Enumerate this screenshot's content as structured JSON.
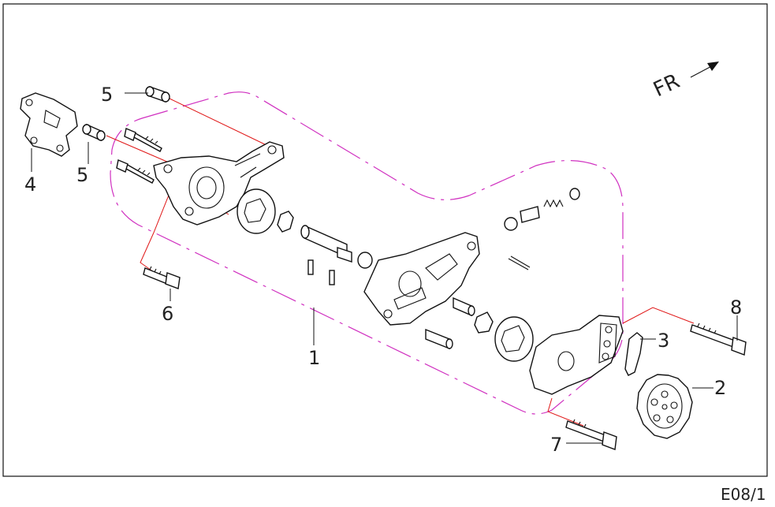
{
  "diagram": {
    "direction_label": "FR",
    "page_code": "E08/1",
    "callouts": [
      {
        "id": "c1",
        "text": "1"
      },
      {
        "id": "c2",
        "text": "2"
      },
      {
        "id": "c3",
        "text": "3"
      },
      {
        "id": "c4",
        "text": "4"
      },
      {
        "id": "c5a",
        "text": "5"
      },
      {
        "id": "c5b",
        "text": "5"
      },
      {
        "id": "c6",
        "text": "6"
      },
      {
        "id": "c7",
        "text": "7"
      },
      {
        "id": "c8",
        "text": "8"
      }
    ],
    "colors": {
      "frame": "#111111",
      "group_outline": "#d030c0",
      "reference_lines": "#e01818"
    }
  }
}
